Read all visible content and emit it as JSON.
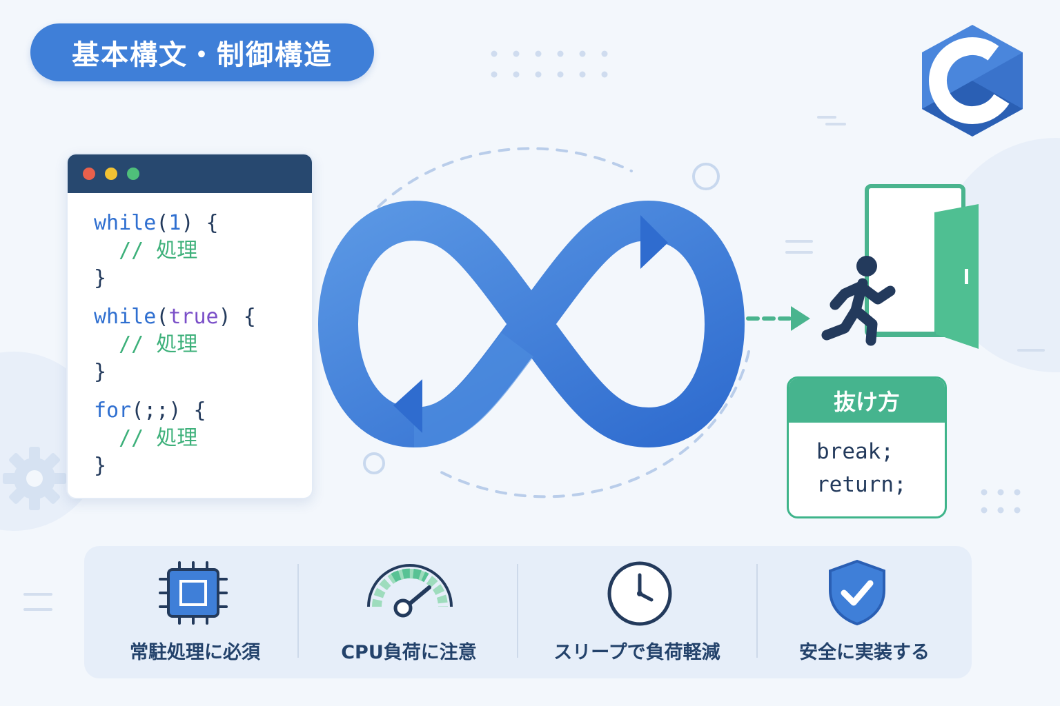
{
  "title": "基本構文・制御構造",
  "logo": {
    "letter": "C",
    "icon": "c-language-logo-icon",
    "color": "#3f7fd8"
  },
  "code_window": {
    "controls": [
      {
        "name": "close",
        "color": "#e8604c"
      },
      {
        "name": "minimize",
        "color": "#f2c233"
      },
      {
        "name": "maximize",
        "color": "#4fbf7a"
      }
    ],
    "blocks": [
      {
        "kw": "while",
        "open": "(",
        "arg": "1",
        "close": ") {",
        "comment": "// 処理",
        "end": "}"
      },
      {
        "kw": "while",
        "open": "(",
        "arg": "true",
        "close": ") {",
        "comment": "// 処理",
        "end": "}"
      },
      {
        "kw": "for",
        "open": "(",
        "arg": ";;",
        "close": ") {",
        "comment": "// 処理",
        "end": "}"
      }
    ]
  },
  "center_graphic": {
    "icon": "infinity-loop-icon",
    "color": "#3f7fd8"
  },
  "exit": {
    "icon": "running-exit-door-icon",
    "heading": "抜け方",
    "lines": [
      "break;",
      "return;"
    ],
    "accent": "#46b48e"
  },
  "features": [
    {
      "label": "常駐処理に必須",
      "icon": "cpu-chip-icon"
    },
    {
      "label": "CPU負荷に注意",
      "icon": "speedometer-icon"
    },
    {
      "label": "スリープで負荷軽減",
      "icon": "clock-icon"
    },
    {
      "label": "安全に実装する",
      "icon": "shield-check-icon"
    }
  ]
}
